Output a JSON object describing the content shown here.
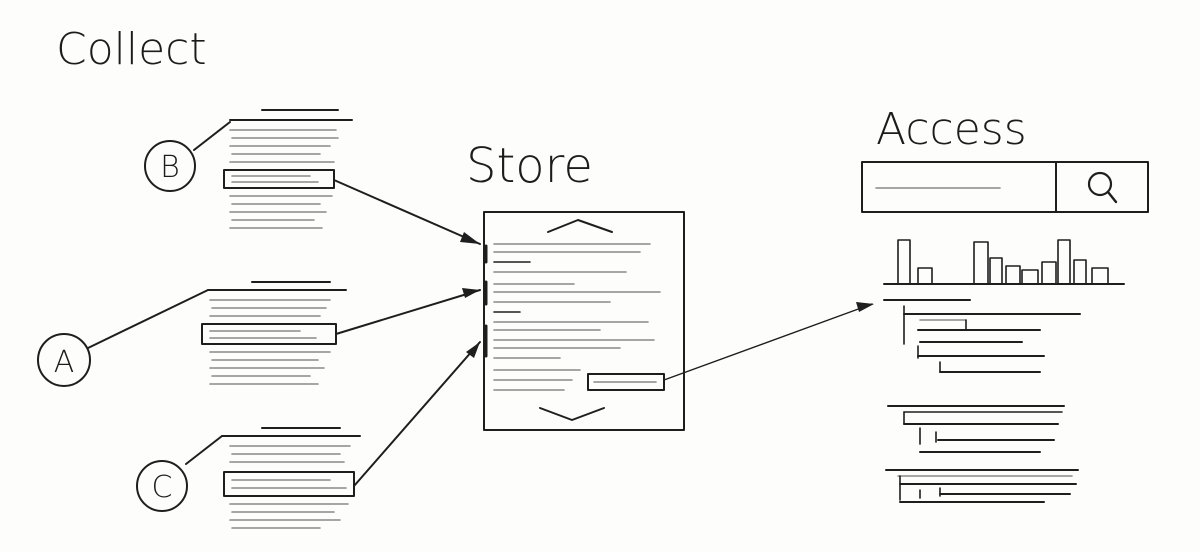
{
  "sections": {
    "collect": "Collect",
    "store": "Store",
    "access": "Access"
  },
  "sources": [
    {
      "id": "A",
      "label": "A"
    },
    {
      "id": "B",
      "label": "B"
    },
    {
      "id": "C",
      "label": "C"
    }
  ],
  "search": {
    "icon": "search-icon"
  },
  "scroll": {
    "up_icon": "chevron-up-icon",
    "down_icon": "chevron-down-icon"
  },
  "colors": {
    "ink": "#1e1e1e",
    "pencil": "#8a8a8a",
    "paper": "#fdfdfb"
  }
}
